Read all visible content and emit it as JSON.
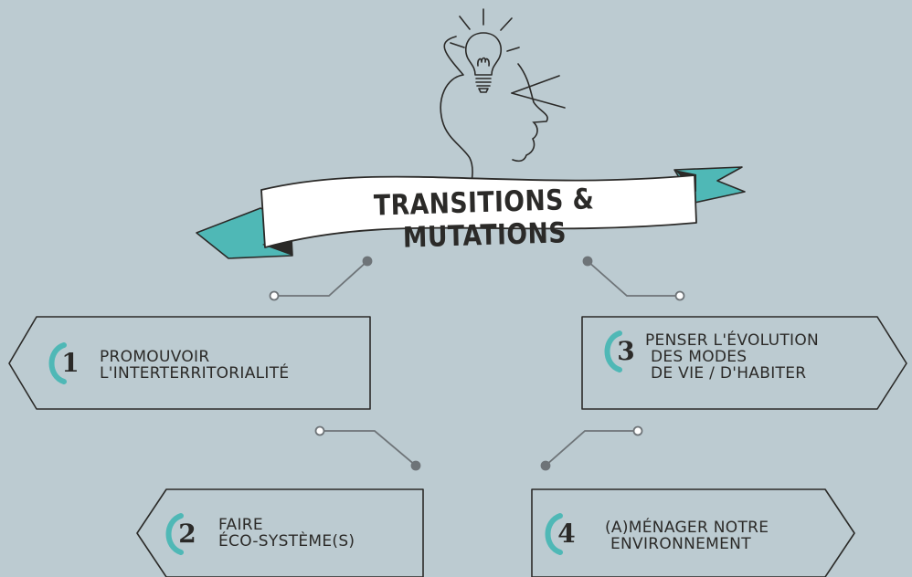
{
  "title": "TRANSITIONS & MUTATIONS",
  "colors": {
    "background": "#bccbd1",
    "accent": "#4fb8b6",
    "ink": "#2b2a28",
    "connector": "#6e7478"
  },
  "icons": {
    "head": "head-profile-icon",
    "bulb": "lightbulb-icon"
  },
  "items": [
    {
      "number": "1",
      "lines": [
        "PROMOUVOIR",
        "L'INTERTERRITORIALITÉ"
      ]
    },
    {
      "number": "2",
      "lines": [
        "FAIRE",
        "ÉCO-SYSTÈME(S)"
      ]
    },
    {
      "number": "3",
      "lines": [
        "PENSER L'ÉVOLUTION",
        "DES MODES",
        "DE VIE / D'HABITER"
      ]
    },
    {
      "number": "4",
      "lines": [
        "(A)MÉNAGER NOTRE",
        "ENVIRONNEMENT"
      ]
    }
  ]
}
